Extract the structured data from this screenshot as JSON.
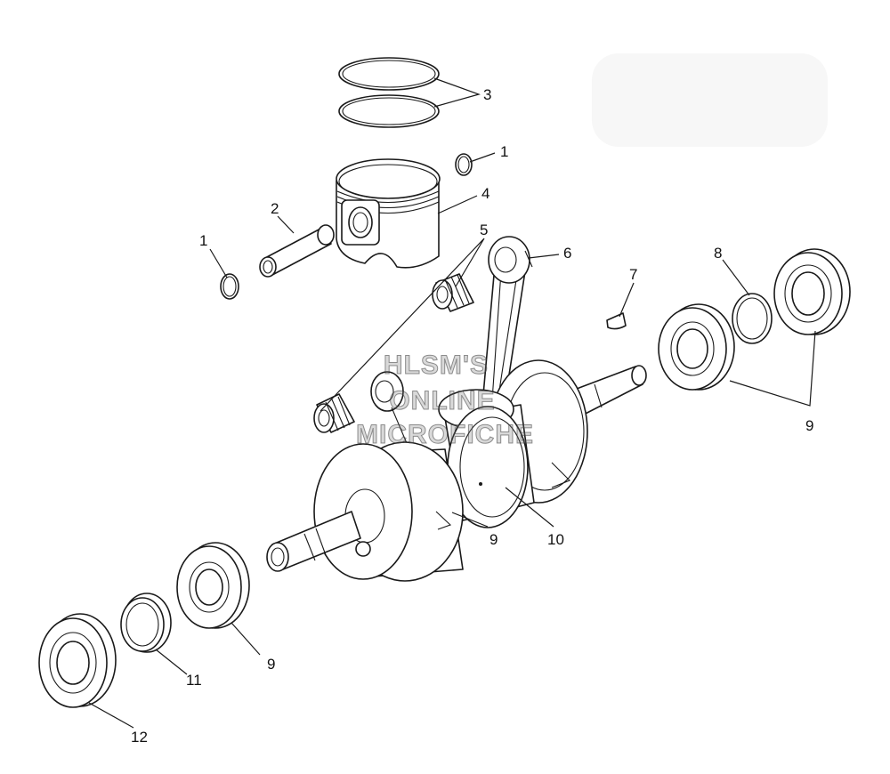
{
  "watermark": {
    "lines": [
      "HLSM'S",
      "ONLINE",
      "MICROFICHE"
    ]
  },
  "callouts": {
    "c1a": "1",
    "c1b": "1",
    "c2": "2",
    "c3": "3",
    "c4": "4",
    "c5": "5",
    "c6": "6",
    "c7": "7",
    "c8": "8",
    "c9a": "9",
    "c9b": "9",
    "c9c": "9",
    "c10": "10",
    "c11": "11",
    "c12": "12"
  }
}
